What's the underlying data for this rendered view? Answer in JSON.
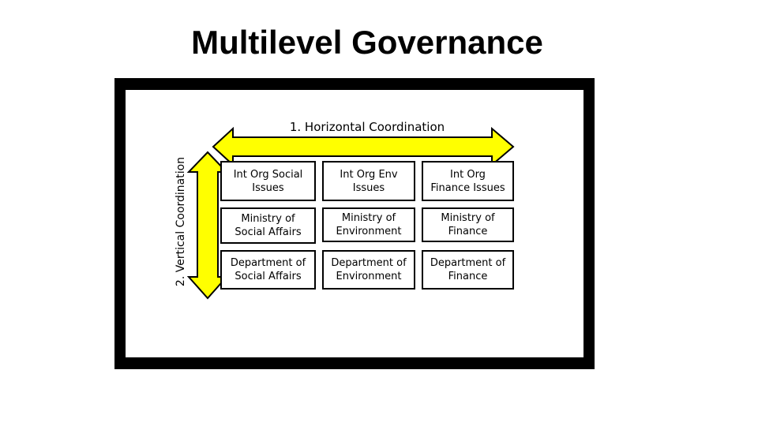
{
  "title": "Multilevel Governance",
  "horizontal_label": "1. Horizontal Coordination",
  "vertical_label": "2. Vertical Coordination",
  "colors": {
    "arrow_fill": "#ffff00",
    "outline": "#000000",
    "frame": "#000000",
    "background": "#ffffff"
  },
  "grid": {
    "rows": [
      [
        "Int Org Social\nIssues",
        "Int Org Env\nIssues",
        "Int Org\nFinance Issues"
      ],
      [
        "Ministry of\nSocial Affairs",
        "Ministry of\nEnvironment",
        "Ministry of\nFinance"
      ],
      [
        "Department of\nSocial Affairs",
        "Department of\nEnvironment",
        "Department of\nFinance"
      ]
    ]
  }
}
